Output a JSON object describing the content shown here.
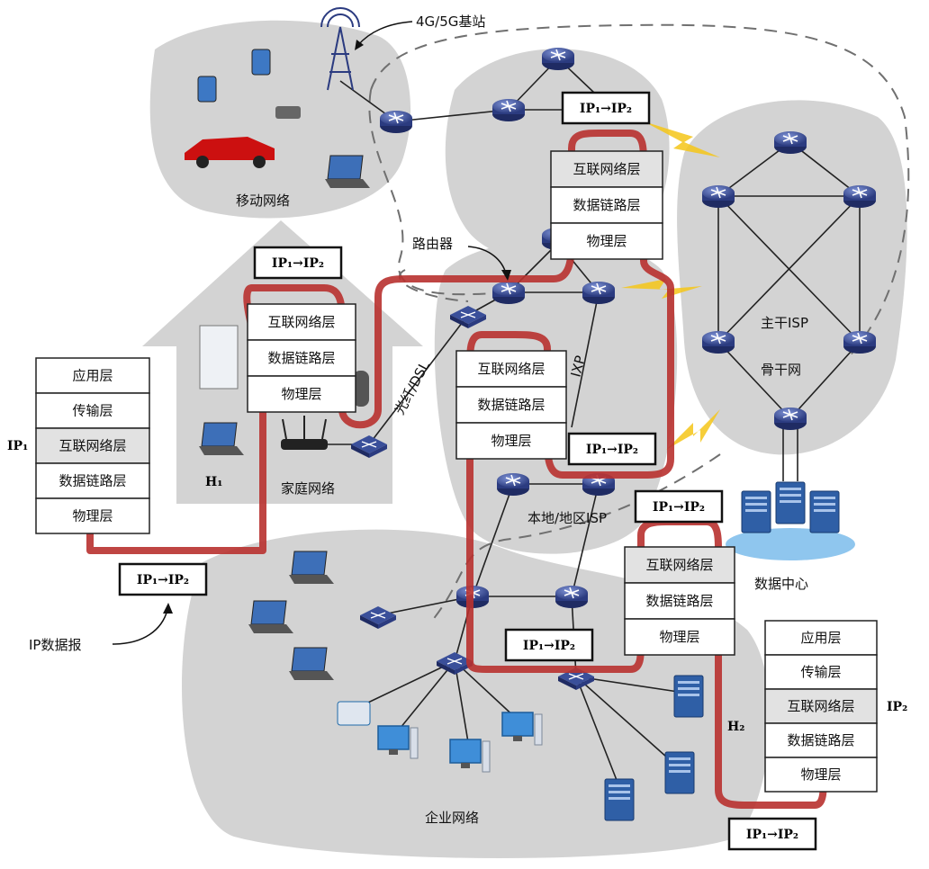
{
  "regions": {
    "mobile": "移动网络",
    "home": "家庭网络",
    "enterprise": "企业网络",
    "local_isp": "本地/地区ISP",
    "backbone": "骨干网",
    "tier1": "主干ISP",
    "datacenter": "数据中心"
  },
  "annotations": {
    "base_station": "4G/5G基站",
    "router": "路由器",
    "fiber_dsl": "光纤/DSL",
    "ixp": "IXP",
    "ip_datagram": "IP数据报"
  },
  "hosts": {
    "h1": "H₁",
    "h2": "H₂",
    "ip1": "IP₁",
    "ip2": "IP₂"
  },
  "packet_label": "IP₁→IP₂",
  "host_stack": [
    "应用层",
    "传输层",
    "互联网络层",
    "数据链路层",
    "物理层"
  ],
  "router_stack": [
    "互联网络层",
    "数据链路层",
    "物理层"
  ],
  "colors": {
    "path": "#b8312f",
    "cloud": "#d3d3d3",
    "router": "#3a4f9a",
    "highlight_layer": "#e2e2e2",
    "link_lightning": "#f5c518"
  }
}
